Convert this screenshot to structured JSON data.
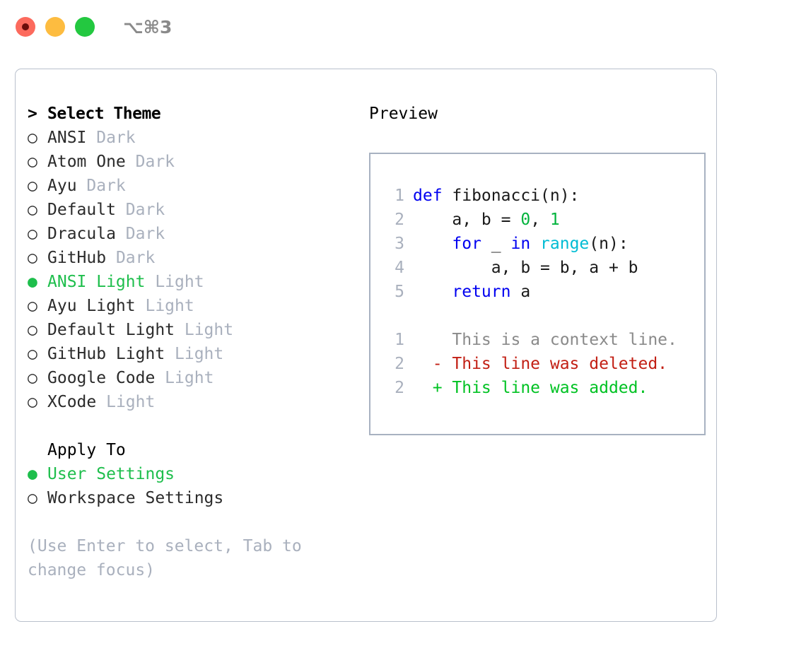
{
  "titlebar": {
    "dots": [
      {
        "name": "close-button",
        "color": "#fc6a5d",
        "recording": true
      },
      {
        "name": "minimize-button",
        "color": "#fdbc40",
        "recording": false
      },
      {
        "name": "maximize-button",
        "color": "#23c840",
        "recording": false
      }
    ],
    "shortcut": "⌥⌘3"
  },
  "left": {
    "header": "Select Theme",
    "caret": ">",
    "bullet_off": "○",
    "bullet_on": "●",
    "themes": [
      {
        "name": "ANSI",
        "kind": "Dark",
        "selected": false
      },
      {
        "name": "Atom One",
        "kind": "Dark",
        "selected": false
      },
      {
        "name": "Ayu",
        "kind": "Dark",
        "selected": false
      },
      {
        "name": "Default",
        "kind": "Dark",
        "selected": false
      },
      {
        "name": "Dracula",
        "kind": "Dark",
        "selected": false
      },
      {
        "name": "GitHub",
        "kind": "Dark",
        "selected": false
      },
      {
        "name": "ANSI Light",
        "kind": "Light",
        "selected": true
      },
      {
        "name": "Ayu Light",
        "kind": "Light",
        "selected": false
      },
      {
        "name": "Default Light",
        "kind": "Light",
        "selected": false
      },
      {
        "name": "GitHub Light",
        "kind": "Light",
        "selected": false
      },
      {
        "name": "Google Code",
        "kind": "Light",
        "selected": false
      },
      {
        "name": "XCode",
        "kind": "Light",
        "selected": false
      }
    ],
    "apply_to_label": "Apply To",
    "apply_options": [
      {
        "label": "User Settings",
        "selected": true
      },
      {
        "label": "Workspace Settings",
        "selected": false
      }
    ],
    "hint": "(Use Enter to select, Tab to change focus)"
  },
  "right": {
    "title": "Preview",
    "code_lines": [
      {
        "num": "1",
        "tokens": [
          {
            "t": "def ",
            "c": "kw"
          },
          {
            "t": "fibonacci(n):",
            "c": "id"
          }
        ]
      },
      {
        "num": "2",
        "tokens": [
          {
            "t": "    a, b = ",
            "c": "id"
          },
          {
            "t": "0",
            "c": "num"
          },
          {
            "t": ", ",
            "c": "id"
          },
          {
            "t": "1",
            "c": "num"
          }
        ]
      },
      {
        "num": "3",
        "tokens": [
          {
            "t": "    ",
            "c": "id"
          },
          {
            "t": "for",
            "c": "kw"
          },
          {
            "t": " _ ",
            "c": "id"
          },
          {
            "t": "in",
            "c": "kw"
          },
          {
            "t": " ",
            "c": "id"
          },
          {
            "t": "range",
            "c": "fn"
          },
          {
            "t": "(n):",
            "c": "id"
          }
        ]
      },
      {
        "num": "4",
        "tokens": [
          {
            "t": "        a, b = b, a + b",
            "c": "id"
          }
        ]
      },
      {
        "num": "5",
        "tokens": [
          {
            "t": "    ",
            "c": "id"
          },
          {
            "t": "return",
            "c": "kw"
          },
          {
            "t": " a",
            "c": "id"
          }
        ]
      }
    ],
    "diff_lines": [
      {
        "num": "1",
        "marker": " ",
        "text": " This is a context line.",
        "kind": "ctx"
      },
      {
        "num": "2",
        "marker": "-",
        "text": " This line was deleted.",
        "kind": "del"
      },
      {
        "num": "2",
        "marker": "+",
        "text": " This line was added.",
        "kind": "add"
      }
    ]
  },
  "colors": {
    "accent_green": "#1ebe4c",
    "muted": "#a9b0bd",
    "keyword": "#0000f0",
    "function": "#00bcd4",
    "number": "#00b33c",
    "diff_delete": "#c21f14",
    "diff_add": "#00c223"
  }
}
